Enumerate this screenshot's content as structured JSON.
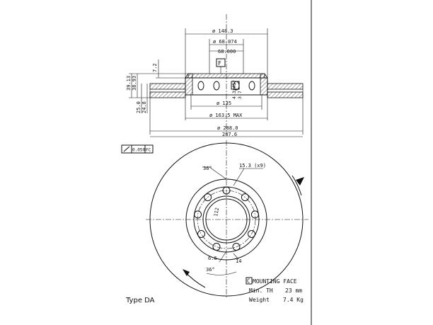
{
  "title": "Type DA",
  "dimensions": {
    "d_148": "ø 148.3",
    "d_68a": "ø 68.074",
    "d_68b": "68.000",
    "h_7_2": "7.2",
    "h_39": "39.13",
    "h_38": "38.93",
    "h_4_3": "4.3x45°",
    "h_3_7": "3.7",
    "d_135": "ø 135",
    "d_163": "ø 163.5 MAX",
    "t_25": "25.0",
    "t_24": "24.8",
    "d_288": "ø 288.0",
    "d_287": "287.6",
    "tol": "0.050",
    "tol_ref": "FC",
    "label_f": "F",
    "label_c": "C",
    "angle_top": "36°",
    "holes": "15.3 (x9)",
    "pcd": "112",
    "d_6_6": "6.6",
    "angle_bottom": "36°",
    "d_14": "14"
  },
  "info": {
    "mounting_code": "C",
    "mounting": "MOUNTING FACE",
    "min_th_label": "Min. TH",
    "min_th_value": "23 mm",
    "weight_label": "Weight",
    "weight_value": "7.4 Kg"
  }
}
